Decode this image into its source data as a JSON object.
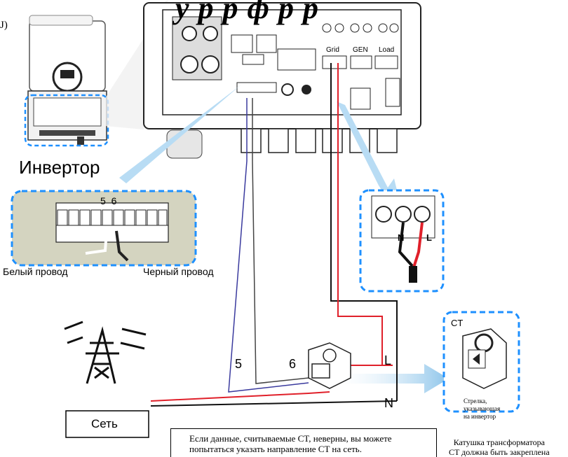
{
  "title": "у        р  р    ф    р   р",
  "corner_fragment": "J)",
  "inverter_label": "Инвертор",
  "terminal_labels": {
    "grid": "Grid",
    "gen": "GEN",
    "load": "Load"
  },
  "pin_numbers": "5  6",
  "white_wire_label": "Белый провод",
  "black_wire_label": "Черный провод",
  "wire_numbers": {
    "five": "5",
    "six": "6"
  },
  "line_labels": {
    "l": "L",
    "n": "N"
  },
  "grid_label": "Сеть",
  "ct_label": "CT",
  "ct_arrow_note": [
    "Стрелка,",
    "указывающая",
    "на инвертор"
  ],
  "bottom_note": [
    "Если данные, считываемые CT, неверны, вы можете",
    "попытаться указать направление CT на сеть."
  ],
  "bottom_right_note": [
    "Катушка трансформатора",
    "CT должна быть закреплена"
  ],
  "colors": {
    "highlight": "#1e90ff",
    "callout_fill": "#d4d4c0",
    "wire_red": "#e0202a",
    "wire_blue": "#3a3a9e",
    "arrow": "#8cc4ea"
  }
}
